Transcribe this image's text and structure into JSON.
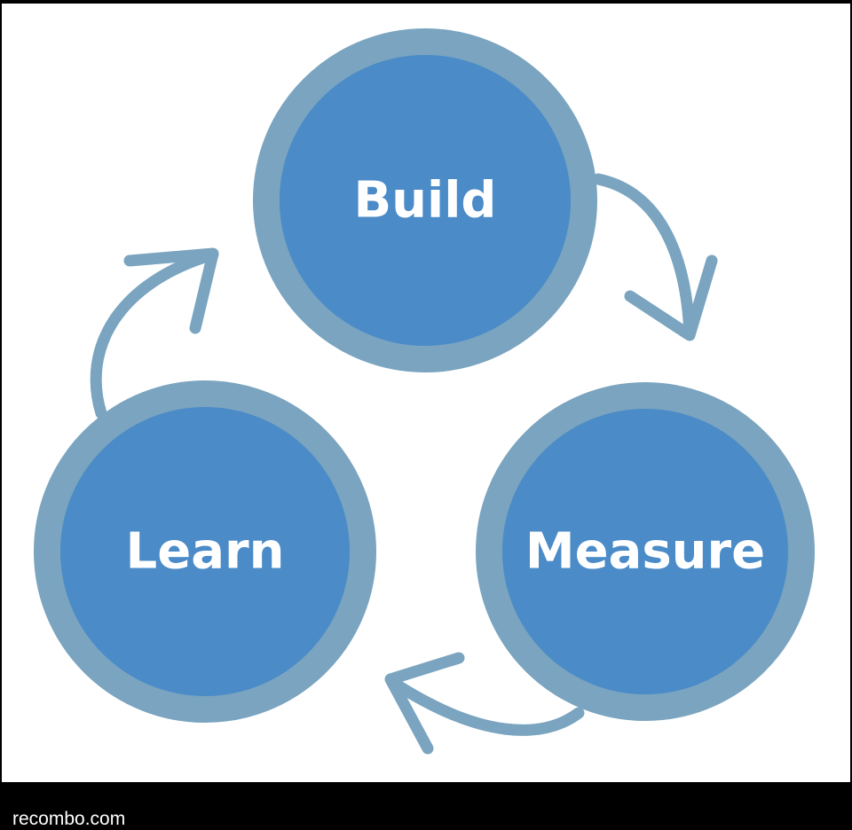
{
  "diagram": {
    "nodes": [
      {
        "id": "build",
        "label": "Build"
      },
      {
        "id": "measure",
        "label": "Measure"
      },
      {
        "id": "learn",
        "label": "Learn"
      }
    ],
    "edges": [
      {
        "from": "build",
        "to": "measure"
      },
      {
        "from": "measure",
        "to": "learn"
      },
      {
        "from": "learn",
        "to": "build"
      }
    ],
    "colors": {
      "circle_fill": "#4a8bc8",
      "circle_ring": "#7aa4bf",
      "arrow": "#7aa4bf",
      "label": "#ffffff"
    }
  },
  "footer": {
    "caption": "recombo.com"
  }
}
